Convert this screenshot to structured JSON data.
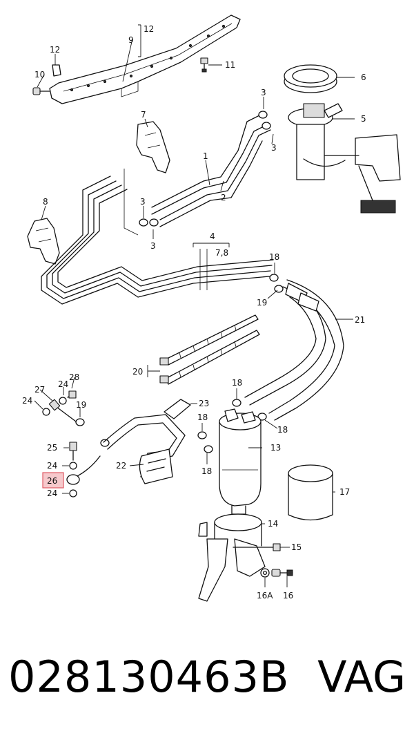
{
  "diagram": {
    "labels": {
      "p1": "1",
      "p2": "2",
      "p3": "3",
      "p4": "4",
      "p5": "5",
      "p6": "6",
      "p7": "7",
      "p7_8": "7,8",
      "p8": "8",
      "p9": "9",
      "p10": "10",
      "p11": "11",
      "p12": "12",
      "p13": "13",
      "p14": "14",
      "p15": "15",
      "p16": "16",
      "p16a": "16A",
      "p17": "17",
      "p18": "18",
      "p19": "19",
      "p20": "20",
      "p21": "21",
      "p22": "22",
      "p23": "23",
      "p24": "24",
      "p25": "25",
      "p26": "26",
      "p27": "27",
      "p28": "28"
    },
    "highlighted_part": "26",
    "highlight_color": "#f6c9cc"
  },
  "footer": {
    "part_number": "028130463B",
    "brand": "VAG"
  }
}
